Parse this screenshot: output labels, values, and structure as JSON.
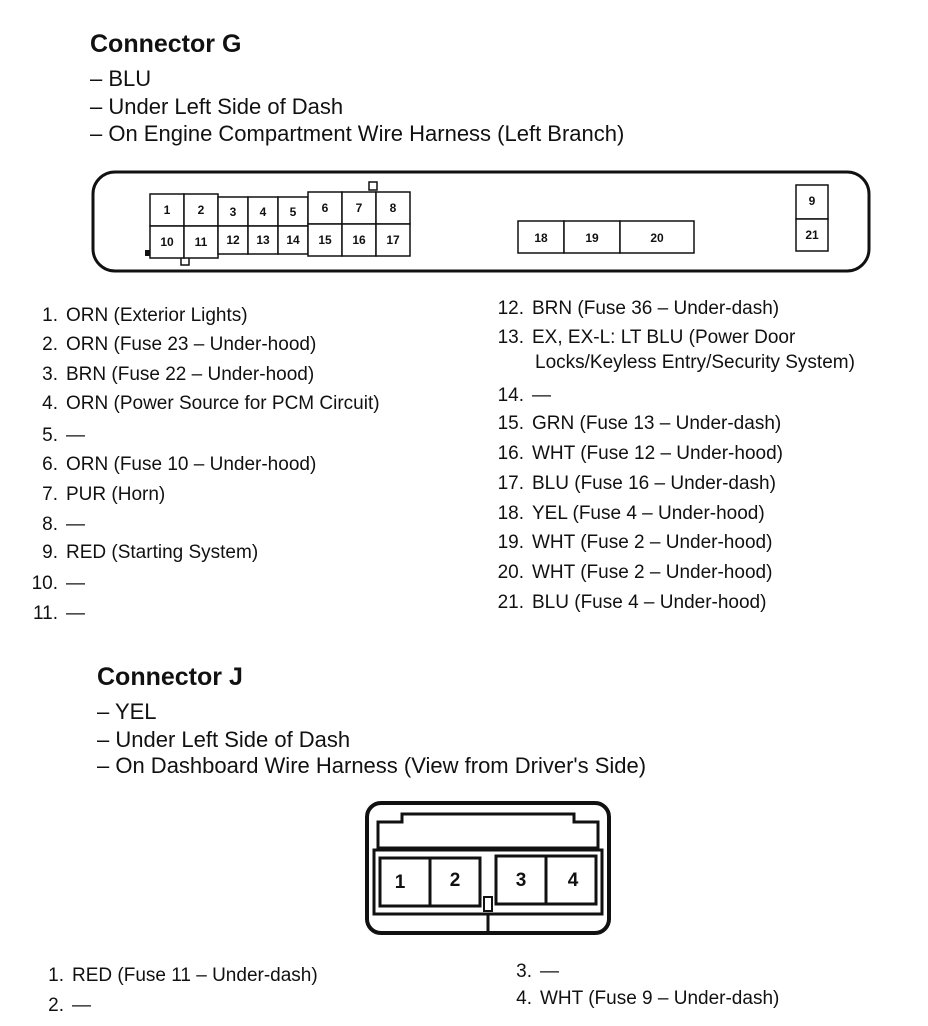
{
  "connector_g": {
    "title": "Connector G",
    "details": [
      "– BLU",
      "– Under Left Side of Dash",
      "– On Engine Compartment Wire Harness (Left Branch)"
    ],
    "diagram_cells": [
      "1",
      "2",
      "3",
      "4",
      "5",
      "6",
      "7",
      "8",
      "9",
      "10",
      "11",
      "12",
      "13",
      "14",
      "15",
      "16",
      "17",
      "18",
      "19",
      "20",
      "21"
    ],
    "pins_left": [
      {
        "n": "1.",
        "t": "ORN (Exterior Lights)"
      },
      {
        "n": "2.",
        "t": "ORN (Fuse 23 – Under-hood)"
      },
      {
        "n": "3.",
        "t": "BRN (Fuse 22 – Under-hood)"
      },
      {
        "n": "4.",
        "t": "ORN (Power Source for PCM Circuit)"
      },
      {
        "n": "5.",
        "t": "—"
      },
      {
        "n": "6.",
        "t": "ORN (Fuse 10 – Under-hood)"
      },
      {
        "n": "7.",
        "t": "PUR (Horn)"
      },
      {
        "n": "8.",
        "t": "—"
      },
      {
        "n": "9.",
        "t": "RED (Starting System)"
      },
      {
        "n": "10.",
        "t": "—"
      },
      {
        "n": "11.",
        "t": "—"
      }
    ],
    "pins_right": [
      {
        "n": "12.",
        "t": "BRN (Fuse 36 – Under-dash)"
      },
      {
        "n": "13.",
        "t": "EX, EX-L: LT BLU (Power Door",
        "t2": "Locks/Keyless Entry/Security System)"
      },
      {
        "n": "14.",
        "t": "—"
      },
      {
        "n": "15.",
        "t": "GRN (Fuse 13 – Under-dash)"
      },
      {
        "n": "16.",
        "t": "WHT (Fuse 12 – Under-hood)"
      },
      {
        "n": "17.",
        "t": "BLU (Fuse 16 – Under-dash)"
      },
      {
        "n": "18.",
        "t": "YEL (Fuse 4 – Under-hood)"
      },
      {
        "n": "19.",
        "t": "WHT (Fuse 2 – Under-hood)"
      },
      {
        "n": "20.",
        "t": "WHT (Fuse 2 – Under-hood)"
      },
      {
        "n": "21.",
        "t": "BLU (Fuse 4 – Under-hood)"
      }
    ]
  },
  "connector_j": {
    "title": "Connector J",
    "details": [
      "– YEL",
      "– Under Left Side of Dash",
      "– On Dashboard Wire Harness (View from Driver's Side)"
    ],
    "diagram_cells": [
      "1",
      "2",
      "3",
      "4"
    ],
    "pins_left": [
      {
        "n": "1.",
        "t": "RED (Fuse 11 – Under-dash)"
      },
      {
        "n": "2.",
        "t": "—"
      }
    ],
    "pins_right": [
      {
        "n": "3.",
        "t": "—"
      },
      {
        "n": "4.",
        "t": "WHT (Fuse 9 – Under-dash)"
      }
    ]
  }
}
